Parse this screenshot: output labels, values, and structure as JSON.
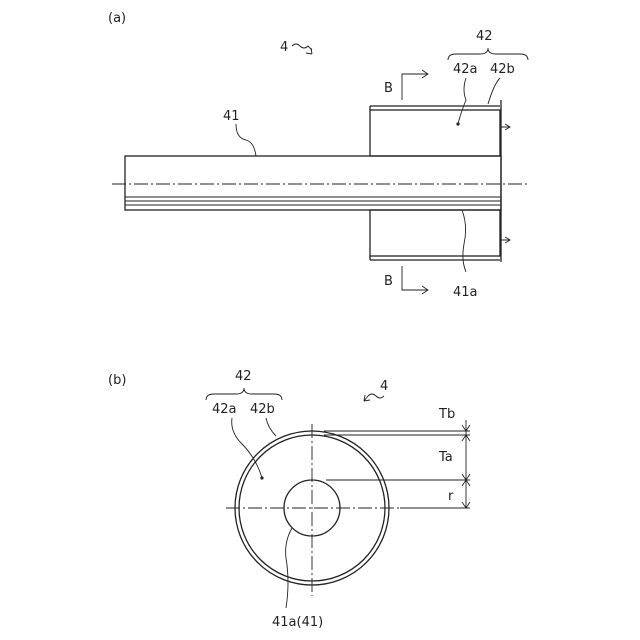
{
  "figure_a": {
    "panel_label": "(a)",
    "assembly_ref": "4",
    "coating_ref": "42",
    "inner_layer_ref": "42a",
    "outer_layer_ref": "42b",
    "rod_ref": "41",
    "rod_core_ref": "41a",
    "section_label_top": "B",
    "section_label_bottom": "B"
  },
  "figure_b": {
    "panel_label": "(b)",
    "assembly_ref": "4",
    "coating_ref": "42",
    "inner_layer_ref": "42a",
    "outer_layer_ref": "42b",
    "core_ref": "41a(41)",
    "dim_outer_thickness": "Tb",
    "dim_inner_thickness": "Ta",
    "dim_radius": "r"
  },
  "colors": {
    "line": "#222222",
    "fill_stipple": "#e6e6e6",
    "background": "#ffffff"
  }
}
